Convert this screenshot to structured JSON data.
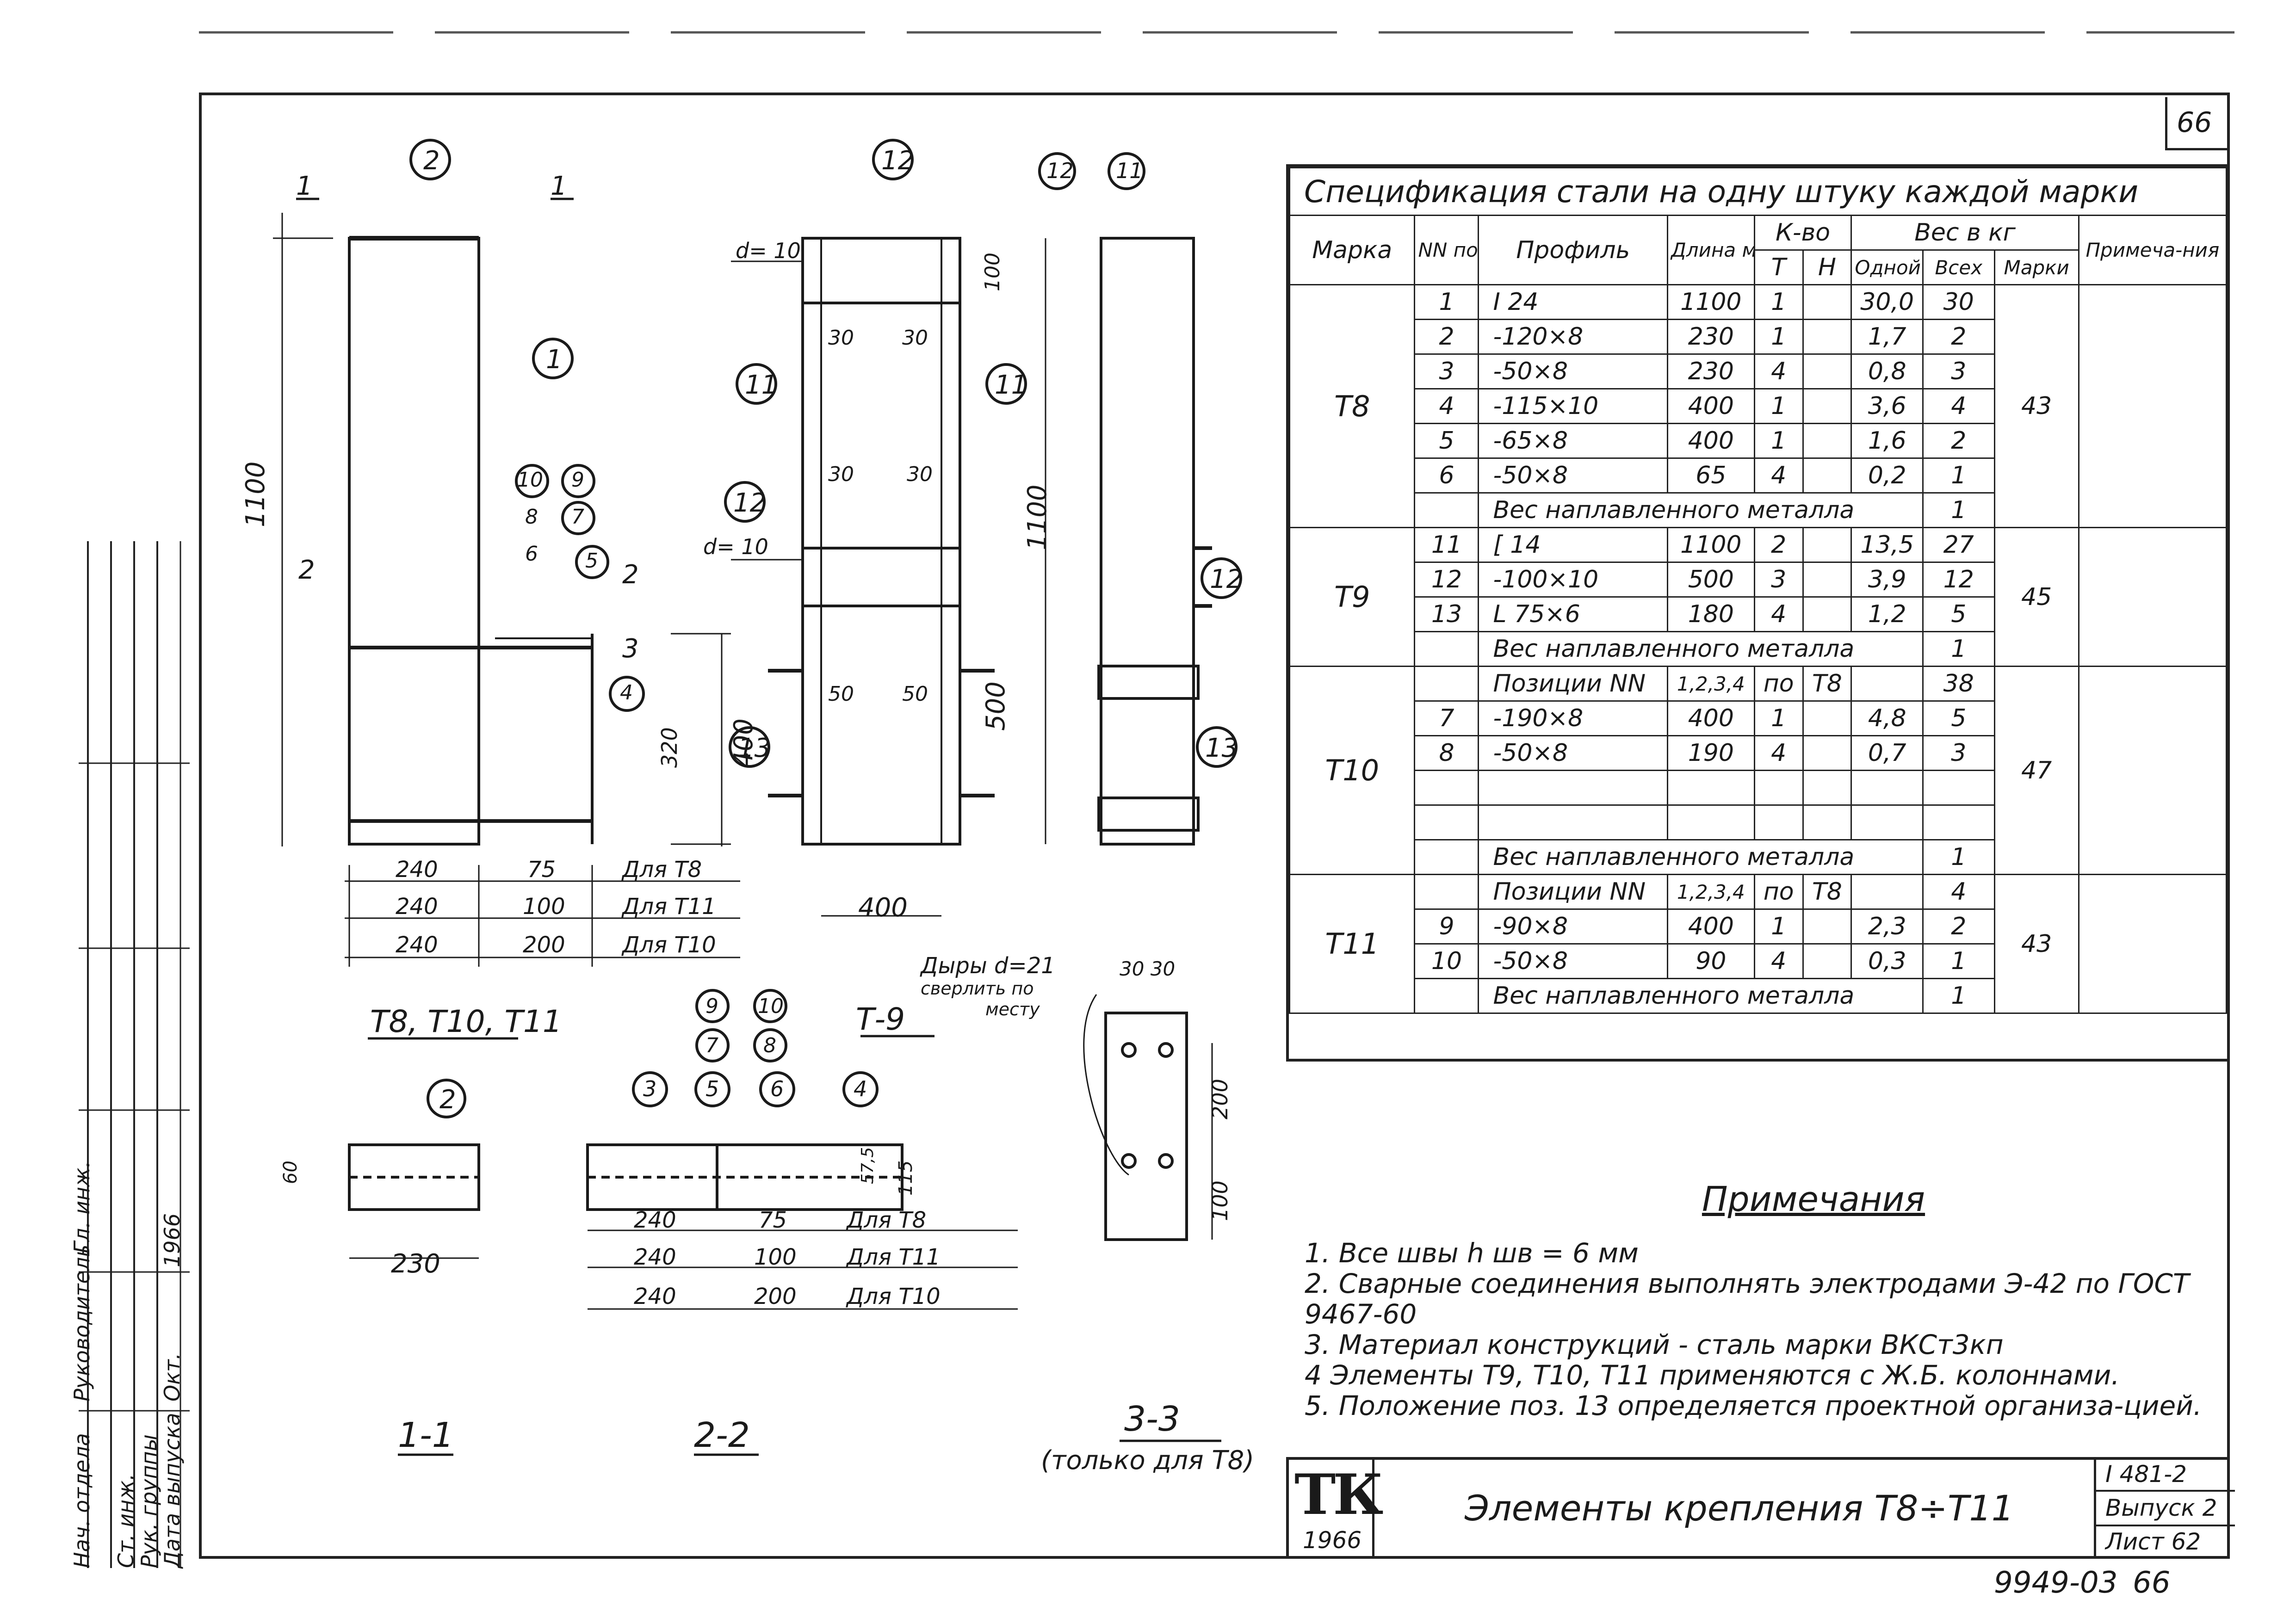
{
  "sheet": {
    "page_number": "66",
    "doc_code": "9949-03",
    "doc_page": "66"
  },
  "title_block": {
    "logo": "ТК",
    "year": "1966",
    "title": "Элементы крепления Т8÷Т11",
    "series": "I 481-2",
    "issue": "Выпуск 2",
    "sheet_no": "Лист 62"
  },
  "sidebar": {
    "labels": [
      "Нач. отдела",
      "Руководитель",
      "Гл. инж.",
      "Ст. инж.",
      "Рук. группы",
      "Дата выпуска",
      "Окт.",
      "1966"
    ]
  },
  "specification": {
    "title": "Спецификация стали на одну штуку каждой марки",
    "headers": {
      "mark": "Марка",
      "pos": "NN поз.",
      "profile": "Профиль",
      "length": "Длина мм",
      "qty": "К-во",
      "qty_t": "Т",
      "qty_n": "Н",
      "weight": "Вес в кг",
      "w_one": "Одной поз",
      "w_all": "Всех",
      "w_mark": "Марки",
      "note": "Примеча-ния"
    },
    "groups": [
      {
        "mark": "Т8",
        "mark_weight": "43",
        "rows": [
          {
            "pos": "1",
            "profile": "I 24",
            "length": "1100",
            "t": "1",
            "n": "",
            "one": "30,0",
            "all": "30"
          },
          {
            "pos": "2",
            "profile": "-120×8",
            "length": "230",
            "t": "1",
            "n": "",
            "one": "1,7",
            "all": "2"
          },
          {
            "pos": "3",
            "profile": "-50×8",
            "length": "230",
            "t": "4",
            "n": "",
            "one": "0,8",
            "all": "3"
          },
          {
            "pos": "4",
            "profile": "-115×10",
            "length": "400",
            "t": "1",
            "n": "",
            "one": "3,6",
            "all": "4"
          },
          {
            "pos": "5",
            "profile": "-65×8",
            "length": "400",
            "t": "1",
            "n": "",
            "one": "1,6",
            "all": "2"
          },
          {
            "pos": "6",
            "profile": "-50×8",
            "length": "65",
            "t": "4",
            "n": "",
            "one": "0,2",
            "all": "1"
          }
        ],
        "weld": "Вес наплавленного металла",
        "weld_value": "1"
      },
      {
        "mark": "Т9",
        "mark_weight": "45",
        "rows": [
          {
            "pos": "11",
            "profile": "[ 14",
            "length": "1100",
            "t": "2",
            "n": "",
            "one": "13,5",
            "all": "27"
          },
          {
            "pos": "12",
            "profile": "-100×10",
            "length": "500",
            "t": "3",
            "n": "",
            "one": "3,9",
            "all": "12"
          },
          {
            "pos": "13",
            "profile": "L 75×6",
            "length": "180",
            "t": "4",
            "n": "",
            "one": "1,2",
            "all": "5"
          }
        ],
        "weld": "Вес наплавленного металла",
        "weld_value": "1"
      },
      {
        "mark": "Т10",
        "mark_weight": "47",
        "lead": {
          "text": "Позиции NN",
          "pos": "1,2,3,4",
          "by": "по",
          "ref": "Т8",
          "all": "38"
        },
        "rows": [
          {
            "pos": "7",
            "profile": "-190×8",
            "length": "400",
            "t": "1",
            "n": "",
            "one": "4,8",
            "all": "5"
          },
          {
            "pos": "8",
            "profile": "-50×8",
            "length": "190",
            "t": "4",
            "n": "",
            "one": "0,7",
            "all": "3"
          }
        ],
        "weld": "Вес наплавленного металла",
        "weld_value": "1"
      },
      {
        "mark": "Т11",
        "mark_weight": "43",
        "lead": {
          "text": "Позиции NN",
          "pos": "1,2,3,4",
          "by": "по",
          "ref": "Т8",
          "all": "4"
        },
        "rows": [
          {
            "pos": "9",
            "profile": "-90×8",
            "length": "400",
            "t": "1",
            "n": "",
            "one": "2,3",
            "all": "2"
          },
          {
            "pos": "10",
            "profile": "-50×8",
            "length": "90",
            "t": "4",
            "n": "",
            "one": "0,3",
            "all": "1"
          }
        ],
        "weld": "Вес наплавленного металла",
        "weld_value": "1"
      }
    ]
  },
  "notes": {
    "heading": "Примечания",
    "items": [
      "1. Все швы h шв = 6 мм",
      "2. Сварные соединения выполнять электродами Э-42 по ГОСТ 9467-60",
      "3. Материал конструкций - сталь марки ВКСт3кп",
      "4 Элементы Т9, Т10, Т11 применяются с Ж.Б. колоннами.",
      "5. Положение поз. 13 определяется проектной организа-цией."
    ]
  },
  "drawing_labels": {
    "view_t8": "Т8, Т10, Т11",
    "view_t9": "Т-9",
    "section_1": "1-1",
    "section_2": "2-2",
    "section_3": "3-3",
    "section_3_note": "(только для Т8)",
    "holes_note_1": "Дыры d=21",
    "holes_note_2": "сверлить по",
    "holes_note_3": "месту",
    "dim_1100_a": "1100",
    "dim_1100_b": "1100",
    "dim_400": "400",
    "dim_320": "320",
    "dim_500": "500",
    "dim_100": "100",
    "dim_200": "200",
    "dim_30": "30",
    "dim_50": "50",
    "dim_60": "60",
    "dim_115": "115",
    "dim_57_5": "57,5",
    "d10_a": "d= 10",
    "d10_b": "d= 10",
    "dim_230": "230",
    "dims_table": [
      {
        "a": "240",
        "b": "75",
        "c": "Для Т8"
      },
      {
        "a": "240",
        "b": "100",
        "c": "Для Т11"
      },
      {
        "a": "240",
        "b": "200",
        "c": "Для Т10"
      }
    ],
    "section_mark_1": "1",
    "section_mark_2": "2",
    "section_mark_3": "3",
    "dim_400_bottom": "400",
    "dim_30_30": "30  30"
  },
  "callouts": [
    "1",
    "2",
    "3",
    "4",
    "5",
    "6",
    "7",
    "8",
    "9",
    "10",
    "11",
    "12",
    "13"
  ]
}
